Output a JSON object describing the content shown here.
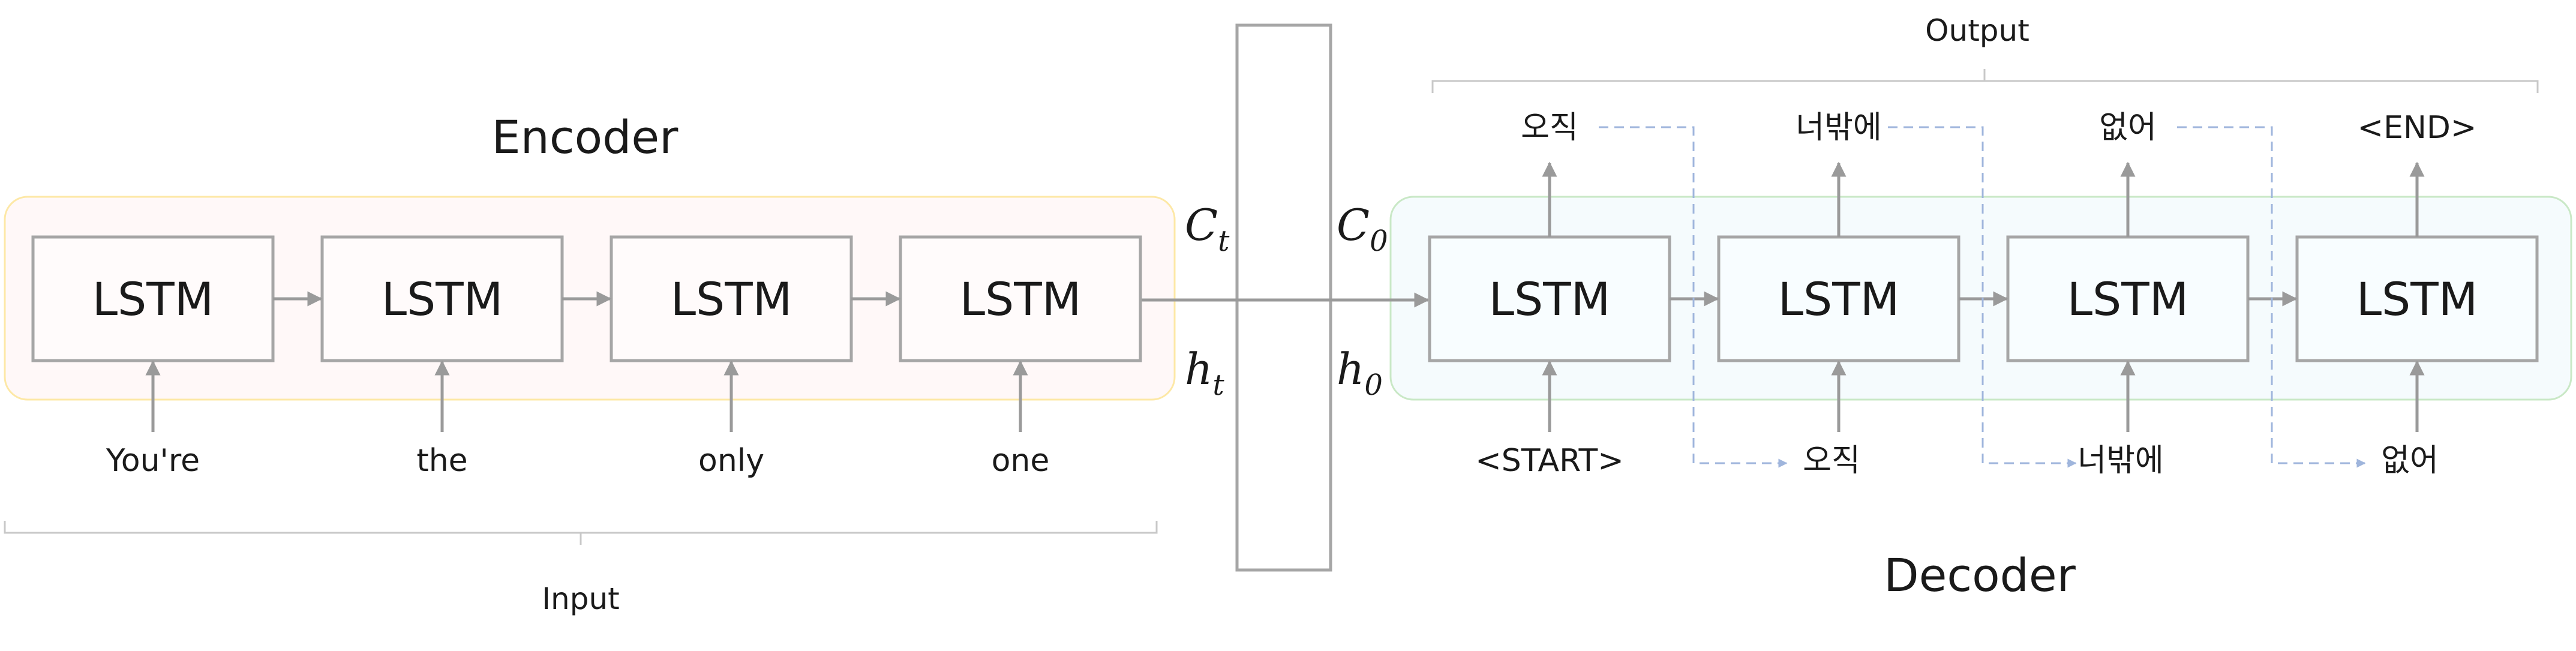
{
  "diagram": {
    "encoder_title": "Encoder",
    "decoder_title": "Decoder",
    "input_label": "Input",
    "output_label": "Output",
    "cell_label": "LSTM",
    "encoder_inputs": [
      "You're",
      "the",
      "only",
      "one"
    ],
    "decoder_inputs": [
      "<START>",
      "오직",
      "너밖에",
      "없어"
    ],
    "decoder_outputs": [
      "오직",
      "너밖에",
      "없어",
      "<END>"
    ],
    "context": {
      "c_t": "C",
      "c_t_sub": "t",
      "h_t": "h",
      "h_t_sub": "t",
      "c_0": "C",
      "c_0_sub": "0",
      "h_0": "h",
      "h_0_sub": "0"
    },
    "colors": {
      "encoder_bg": "#fff8f8",
      "encoder_border": "#fde8a6",
      "decoder_bg": "#f5fbfd",
      "decoder_border": "#c9e8c6",
      "box_stroke": "#a6a6a6",
      "arrow": "#9a9a9a",
      "feedback": "#9fb5dc",
      "text": "#1a1a1a"
    }
  }
}
